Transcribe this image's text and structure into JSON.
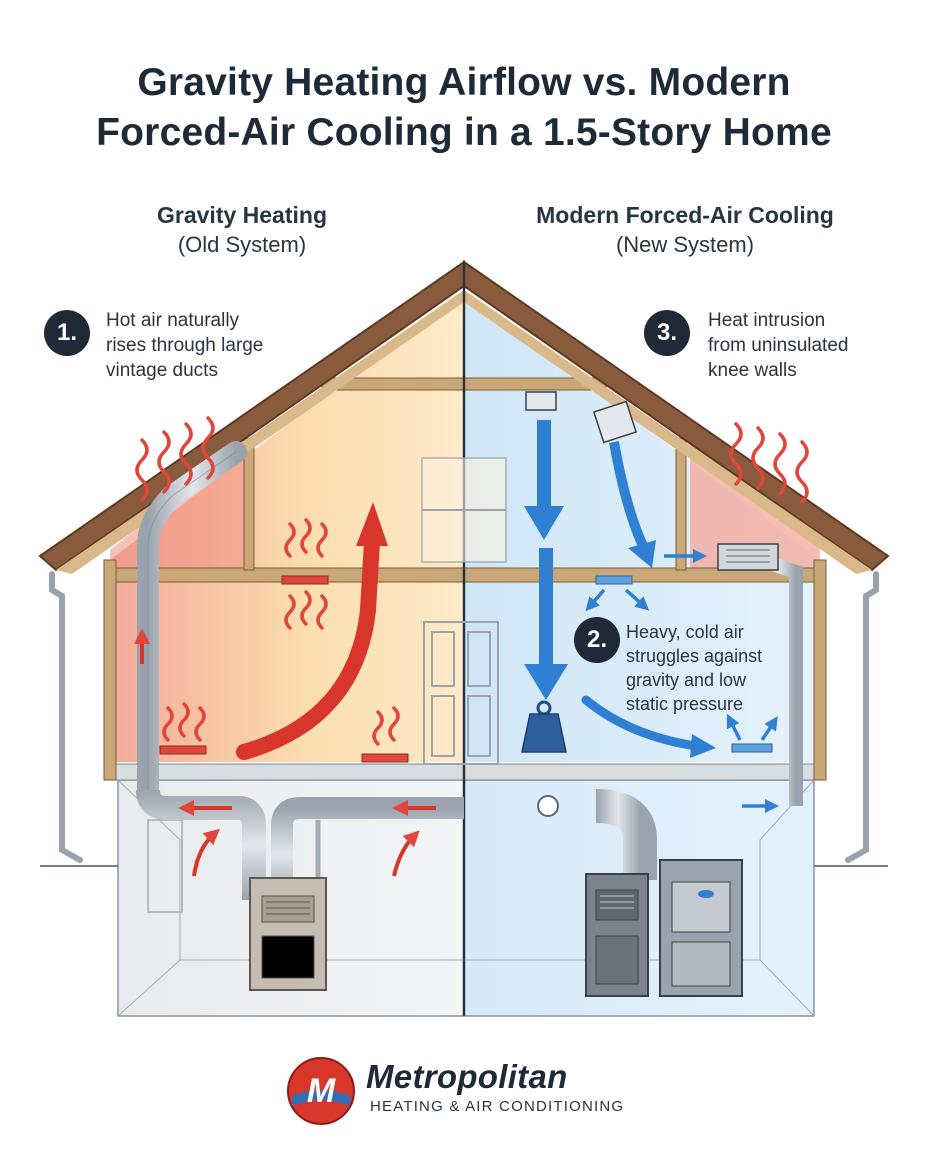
{
  "title": {
    "line1": "Gravity Heating Airflow vs. Modern",
    "line2": "Forced-Air Cooling in a 1.5-Story Home"
  },
  "left": {
    "heading": "Gravity Heating",
    "subheading": "(Old System)",
    "callout": {
      "number": "1.",
      "lines": [
        "Hot air naturally",
        "rises through large",
        "vintage ducts"
      ]
    }
  },
  "right": {
    "heading": "Modern Forced-Air Cooling",
    "subheading": "(New System)",
    "callout_top": {
      "number": "3.",
      "lines": [
        "Heat intrusion",
        "from uninsulated",
        "knee walls"
      ]
    },
    "callout_mid": {
      "number": "2.",
      "lines": [
        "Heavy, cold air",
        "struggles against",
        "gravity and low",
        "static pressure"
      ]
    }
  },
  "brand": {
    "name": "Metropolitan",
    "tagline": "HEATING & AIR CONDITIONING",
    "logo_letter": "M"
  },
  "colors": {
    "heat": "#e0473a",
    "cool": "#2f7fd3",
    "dark": "#1f2937",
    "roof": "#8a5a3c",
    "wood": "#c9a777"
  }
}
